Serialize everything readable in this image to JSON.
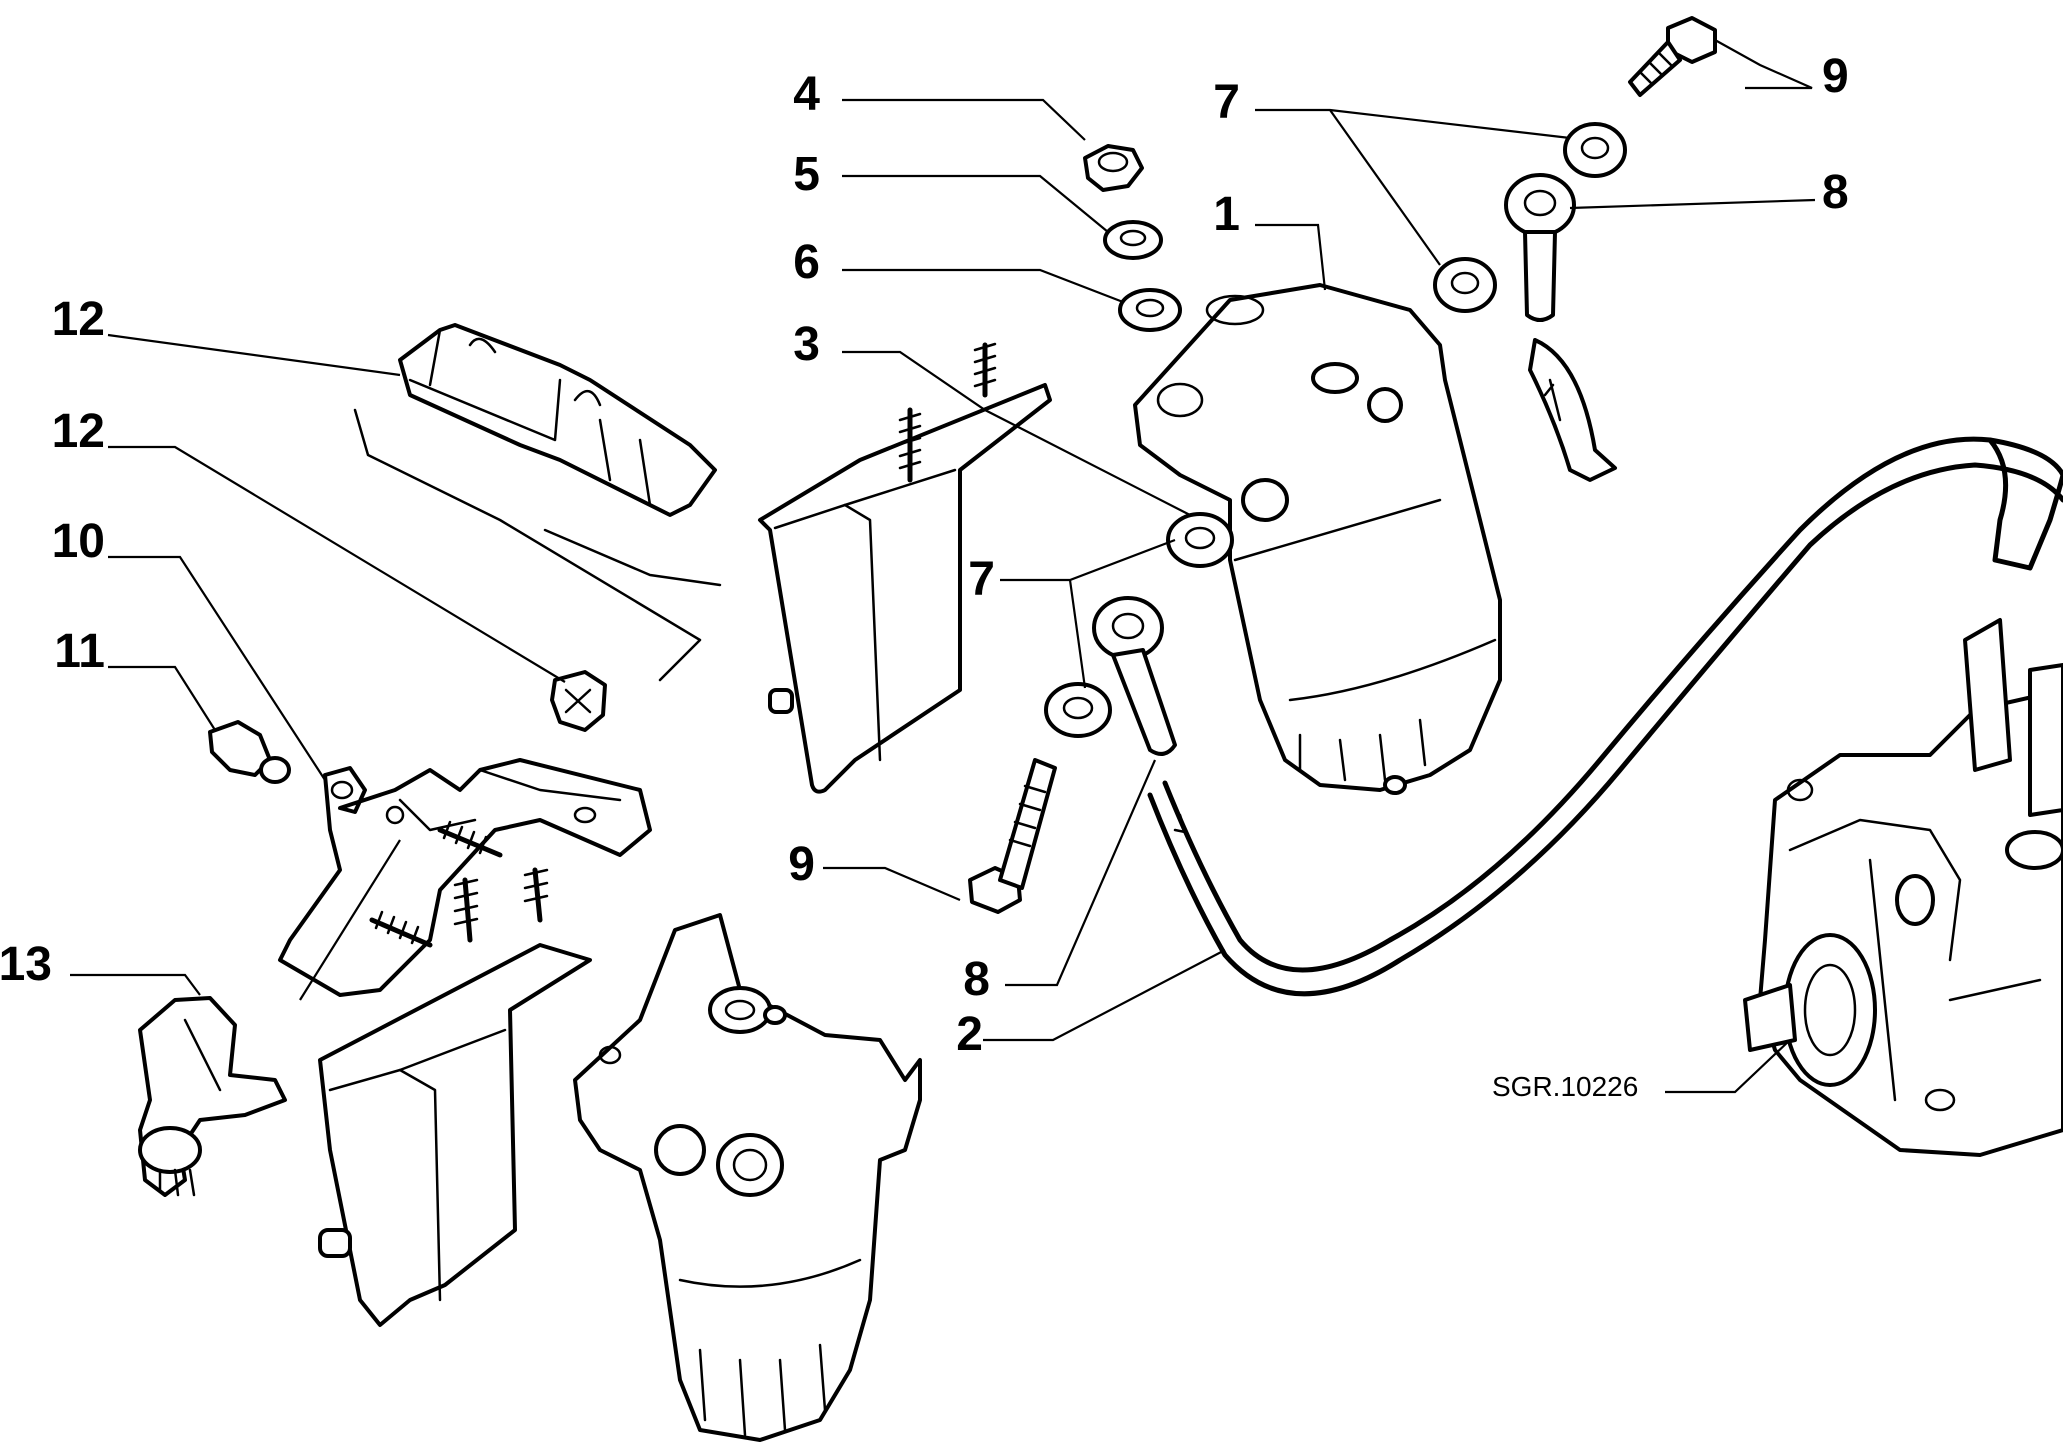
{
  "diagram": {
    "reference_code": "SGR.10226",
    "callouts": [
      {
        "id": "c1",
        "label": "1"
      },
      {
        "id": "c2",
        "label": "2"
      },
      {
        "id": "c3",
        "label": "3"
      },
      {
        "id": "c4",
        "label": "4"
      },
      {
        "id": "c5",
        "label": "5"
      },
      {
        "id": "c6",
        "label": "6"
      },
      {
        "id": "c7a",
        "label": "7"
      },
      {
        "id": "c7b",
        "label": "7"
      },
      {
        "id": "c8a",
        "label": "8"
      },
      {
        "id": "c8b",
        "label": "8"
      },
      {
        "id": "c9a",
        "label": "9"
      },
      {
        "id": "c9b",
        "label": "9"
      },
      {
        "id": "c10",
        "label": "10"
      },
      {
        "id": "c11",
        "label": "11"
      },
      {
        "id": "c12a",
        "label": "12"
      },
      {
        "id": "c12b",
        "label": "12"
      },
      {
        "id": "c13",
        "label": "13"
      }
    ]
  }
}
